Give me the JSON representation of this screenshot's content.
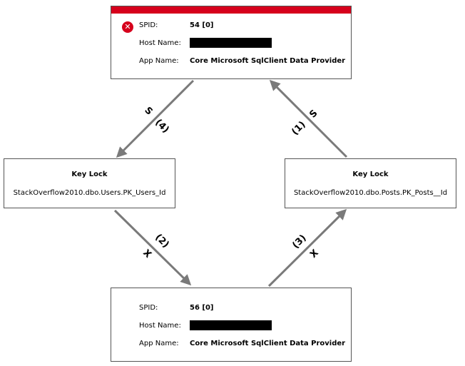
{
  "processes": {
    "top": {
      "victim": true,
      "spid_label": "SPID:",
      "spid": "54 [0]",
      "host_label": "Host Name:",
      "host_value_redacted": true,
      "app_label": "App Name:",
      "app": "Core Microsoft SqlClient Data Provider"
    },
    "bottom": {
      "victim": false,
      "spid_label": "SPID:",
      "spid": "56 [0]",
      "host_label": "Host Name:",
      "host_value_redacted": true,
      "app_label": "App Name:",
      "app": "Core Microsoft SqlClient Data Provider"
    }
  },
  "resources": {
    "left": {
      "title": "Key Lock",
      "object": "StackOverflow2010.dbo.Users.PK_Users_Id"
    },
    "right": {
      "title": "Key Lock",
      "object": "StackOverflow2010.dbo.Posts.PK_Posts__Id"
    }
  },
  "edges": [
    {
      "from": "proc-top",
      "to": "res-left",
      "mode": "S",
      "order": "(4)"
    },
    {
      "from": "res-right",
      "to": "proc-top",
      "mode": "S",
      "order": "(1)"
    },
    {
      "from": "res-left",
      "to": "proc-bottom",
      "mode": "X",
      "order": "(2)"
    },
    {
      "from": "proc-bottom",
      "to": "res-right",
      "mode": "X",
      "order": "(3)"
    }
  ],
  "colors": {
    "victim": "#d6001c",
    "edge": "#7a7a7a",
    "redaction": "#000000"
  },
  "icons": {
    "victim": "x-circle-icon"
  }
}
